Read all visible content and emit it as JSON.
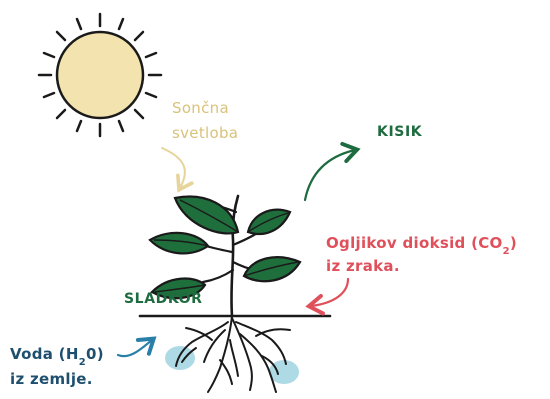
{
  "colors": {
    "sun_fill": "#f3e3ae",
    "sun_label": "#d9c27a",
    "leaf": "#1f6f3c",
    "oxygen": "#1e6b3f",
    "co2": "#e0505a",
    "water_label": "#1f4f6f",
    "water_arrow": "#2a7fa8",
    "water_drop": "#9fd3df",
    "ink": "#1a1a1a"
  },
  "labels": {
    "sunlight_line1": "Sončna",
    "sunlight_line2": "svetloba",
    "oxygen": "KISIK",
    "sugar": "SLADKOR",
    "co2_line1_prefix": "Ogljikov dioksid (CO",
    "co2_sub": "2",
    "co2_line1_suffix": ")",
    "co2_line2": "iz zraka.",
    "water_line1_prefix": "Voda (H",
    "water_sub": "2",
    "water_line1_suffix": "0)",
    "water_line2": "iz zemlje."
  },
  "icons": [
    "sun-icon",
    "plant-icon",
    "roots-icon",
    "water-drop-icon"
  ]
}
